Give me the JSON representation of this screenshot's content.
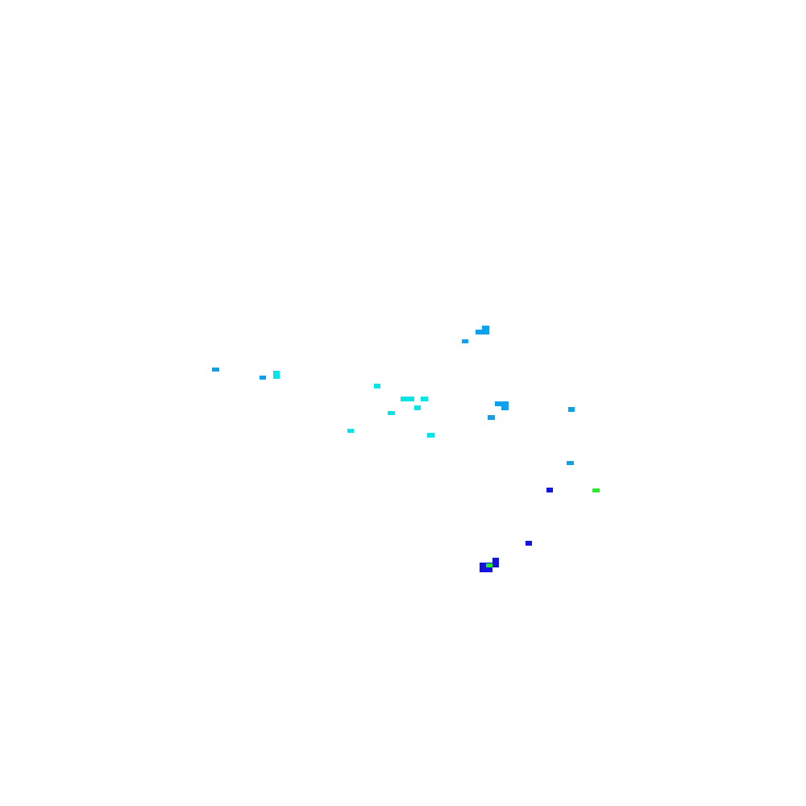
{
  "colors": {
    "background": "#ffffff",
    "cyan": "#00e5e5",
    "sky_blue": "#0ea0ea",
    "blue": "#1414e0",
    "green": "#22ee22"
  },
  "points": [
    {
      "color": "sky_blue"
    },
    {
      "color": "sky_blue"
    },
    {
      "color": "sky_blue"
    },
    {
      "color": "sky_blue"
    },
    {
      "color": "sky_blue"
    },
    {
      "color": "cyan"
    },
    {
      "color": "cyan"
    },
    {
      "color": "cyan"
    },
    {
      "color": "cyan"
    },
    {
      "color": "cyan"
    },
    {
      "color": "cyan"
    },
    {
      "color": "cyan"
    },
    {
      "color": "cyan"
    },
    {
      "color": "sky_blue"
    },
    {
      "color": "sky_blue"
    },
    {
      "color": "sky_blue"
    },
    {
      "color": "sky_blue"
    },
    {
      "color": "sky_blue"
    },
    {
      "color": "blue"
    },
    {
      "color": "green"
    },
    {
      "color": "blue"
    },
    {
      "color": "blue"
    },
    {
      "color": "blue"
    },
    {
      "color": "green"
    }
  ]
}
